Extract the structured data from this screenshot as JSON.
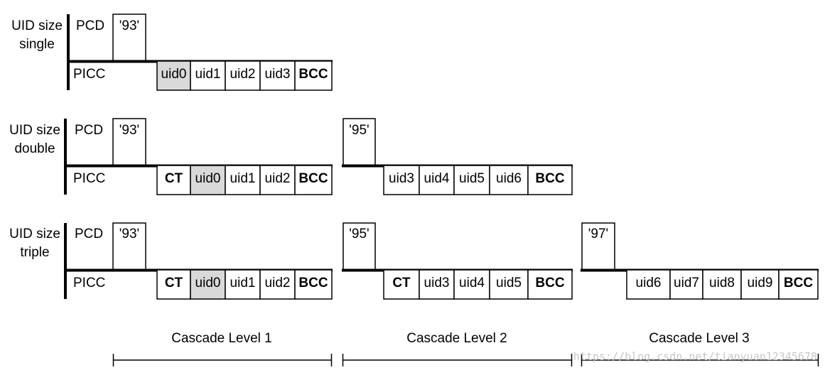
{
  "rows": [
    {
      "label_line1": "UID size",
      "label_line2": "single",
      "pcd": "PCD",
      "picc": "PICC",
      "commands": [
        "'93'"
      ],
      "cascade_levels": [
        {
          "cells": [
            "uid0",
            "uid1",
            "uid2",
            "uid3",
            "BCC"
          ],
          "bold": [
            false,
            false,
            false,
            false,
            true
          ],
          "shaded": [
            true,
            false,
            false,
            false,
            false
          ]
        }
      ]
    },
    {
      "label_line1": "UID size",
      "label_line2": "double",
      "pcd": "PCD",
      "picc": "PICC",
      "commands": [
        "'93'",
        "'95'"
      ],
      "cascade_levels": [
        {
          "cells": [
            "CT",
            "uid0",
            "uid1",
            "uid2",
            "BCC"
          ],
          "bold": [
            true,
            false,
            false,
            false,
            true
          ],
          "shaded": [
            false,
            true,
            false,
            false,
            false
          ]
        },
        {
          "cells": [
            "uid3",
            "uid4",
            "uid5",
            "uid6",
            "BCC"
          ],
          "bold": [
            false,
            false,
            false,
            false,
            true
          ],
          "shaded": [
            false,
            false,
            false,
            false,
            false
          ]
        }
      ]
    },
    {
      "label_line1": "UID size",
      "label_line2": "triple",
      "pcd": "PCD",
      "picc": "PICC",
      "commands": [
        "'93'",
        "'95'",
        "'97'"
      ],
      "cascade_levels": [
        {
          "cells": [
            "CT",
            "uid0",
            "uid1",
            "uid2",
            "BCC"
          ],
          "bold": [
            true,
            false,
            false,
            false,
            true
          ],
          "shaded": [
            false,
            true,
            false,
            false,
            false
          ]
        },
        {
          "cells": [
            "CT",
            "uid3",
            "uid4",
            "uid5",
            "BCC"
          ],
          "bold": [
            true,
            false,
            false,
            false,
            true
          ],
          "shaded": [
            false,
            false,
            false,
            false,
            false
          ]
        },
        {
          "cells": [
            "uid6",
            "uid7",
            "uid8",
            "uid9",
            "BCC"
          ],
          "bold": [
            false,
            false,
            false,
            false,
            true
          ],
          "shaded": [
            false,
            false,
            false,
            false,
            false
          ]
        }
      ]
    }
  ],
  "cascade_labels": [
    "Cascade Level 1",
    "Cascade Level 2",
    "Cascade Level 3"
  ],
  "watermark": "https://blog.csdn.net/tianyuan12345678",
  "colors": {
    "shaded_cell": "#d9d9d9",
    "line": "#000000",
    "watermark": "#c8c8c8"
  }
}
